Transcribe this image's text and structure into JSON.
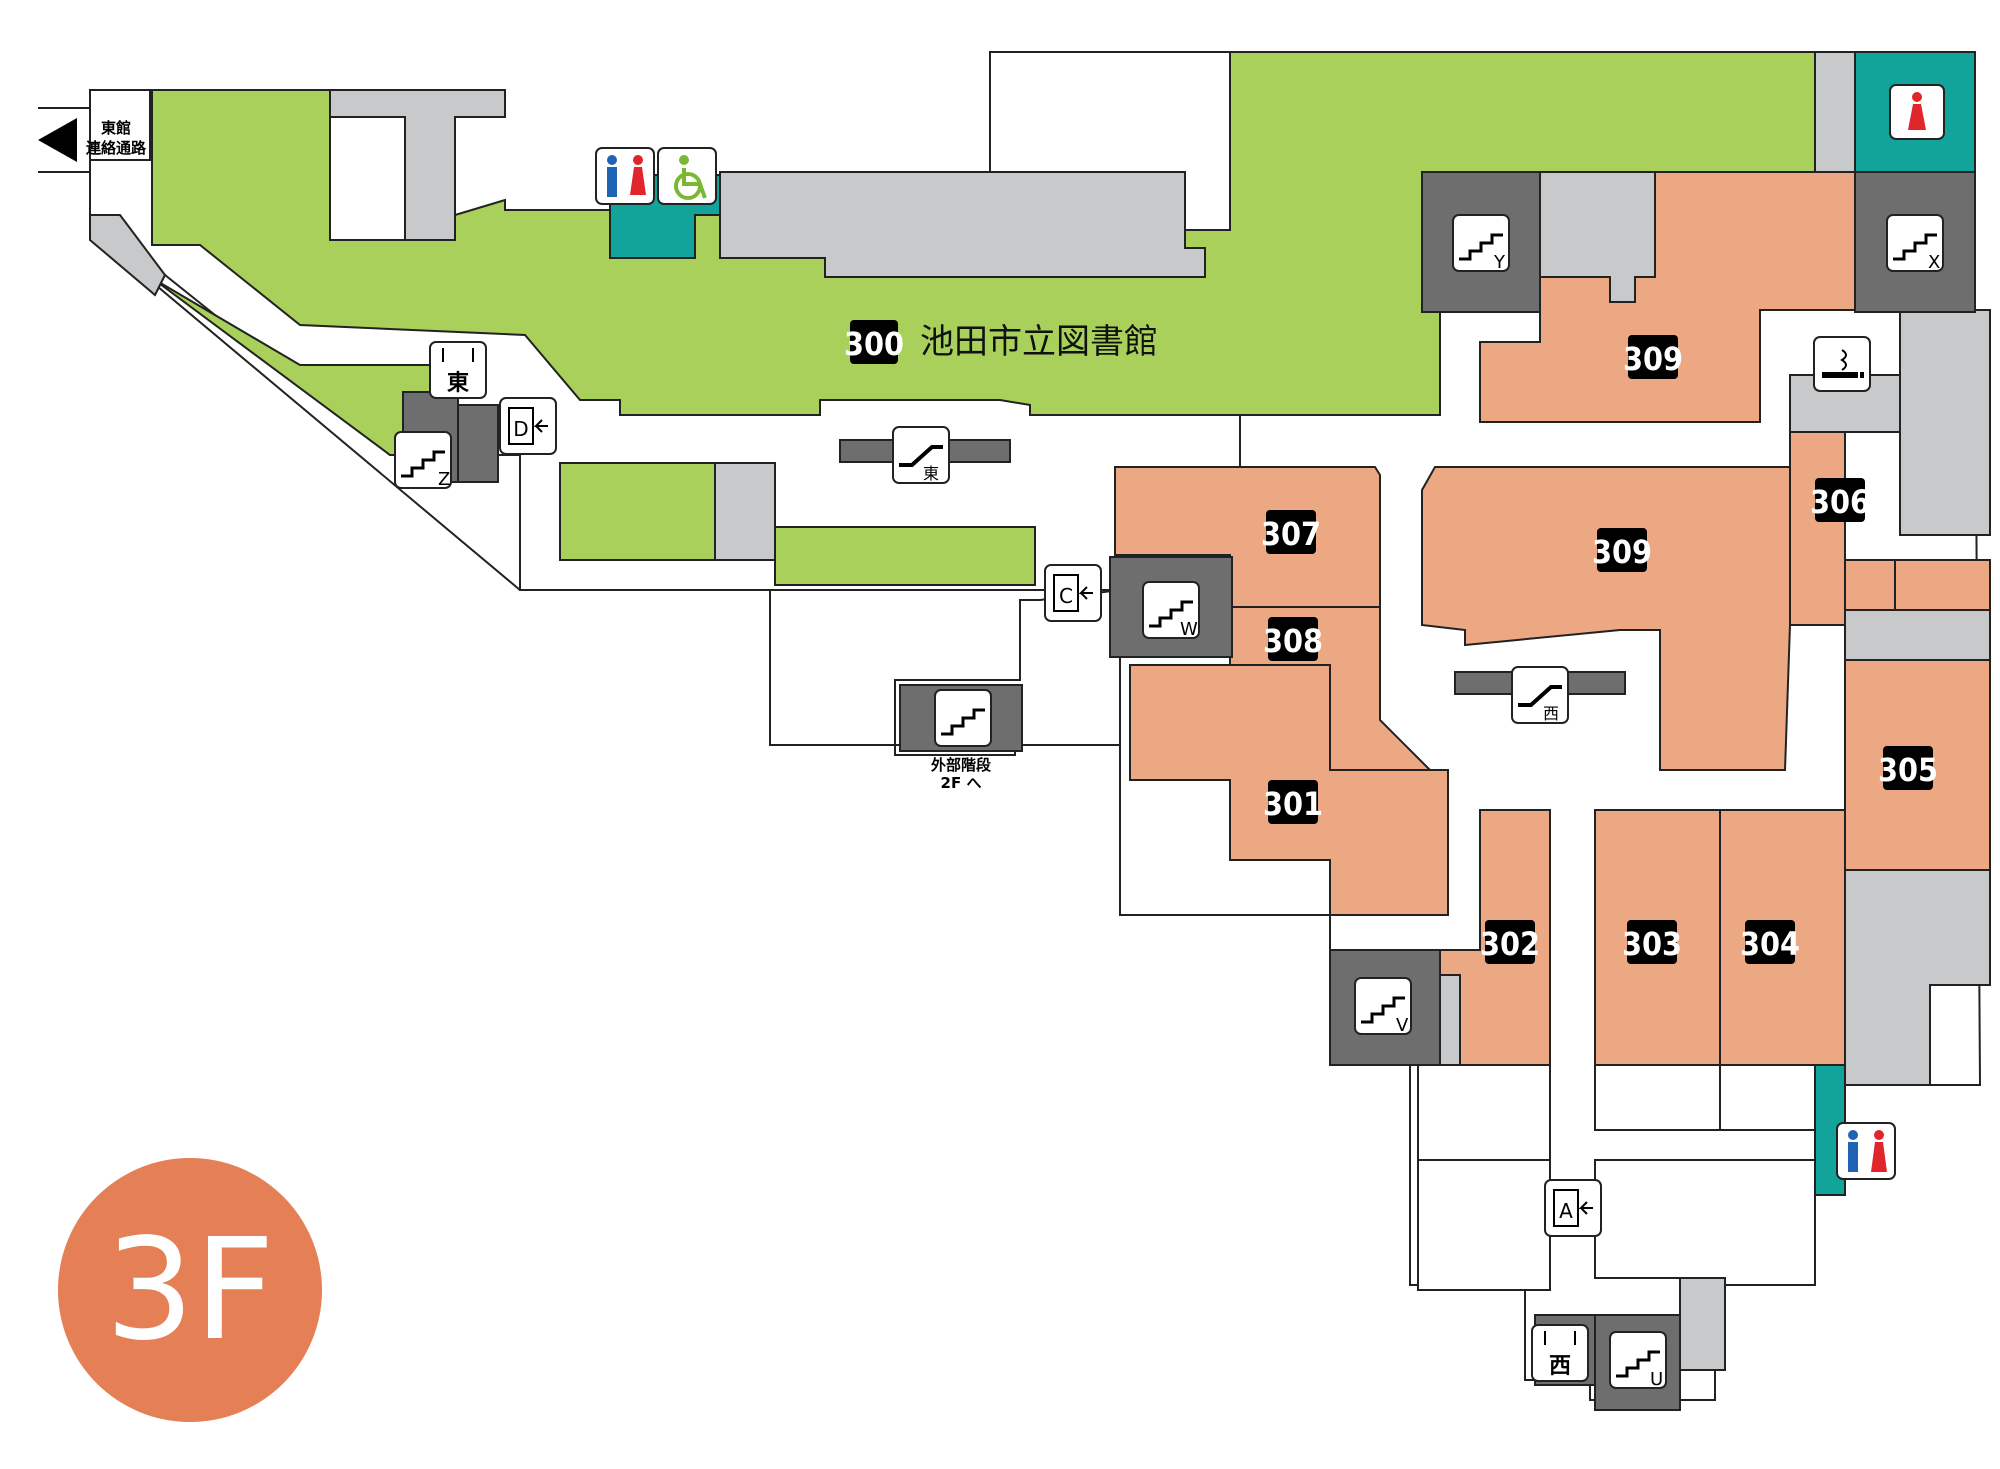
{
  "colors": {
    "library": "#a8d05a",
    "tenant": "#eba883",
    "service": "#c8c9ca",
    "stair": "#6e6e6e",
    "toilet": "#12a39b",
    "floor_badge": "#e57f55",
    "label_bg": "#000000",
    "male": "#1f64b4",
    "female": "#e0262b",
    "accessible": "#7ab834"
  },
  "floor_badge": "3F",
  "library": {
    "number": "300",
    "name": "池田市立図書館"
  },
  "units": [
    "309",
    "309",
    "307",
    "308",
    "306",
    "301",
    "305",
    "302",
    "303",
    "304"
  ],
  "east_connection": {
    "line1": "東館",
    "line2": "連絡通路"
  },
  "external_stairs": {
    "line1": "外部階段",
    "line2": "2F へ"
  },
  "stairs": [
    "Z",
    "Y",
    "X",
    "W",
    "V",
    "U"
  ],
  "escalators": [
    "東",
    "西"
  ],
  "elevators": [
    "東",
    "西"
  ],
  "entrances": [
    "D",
    "C",
    "A"
  ],
  "icons": [
    "male-female-toilet-icon",
    "accessible-toilet-icon",
    "female-toilet-icon",
    "smoking-area-icon"
  ]
}
